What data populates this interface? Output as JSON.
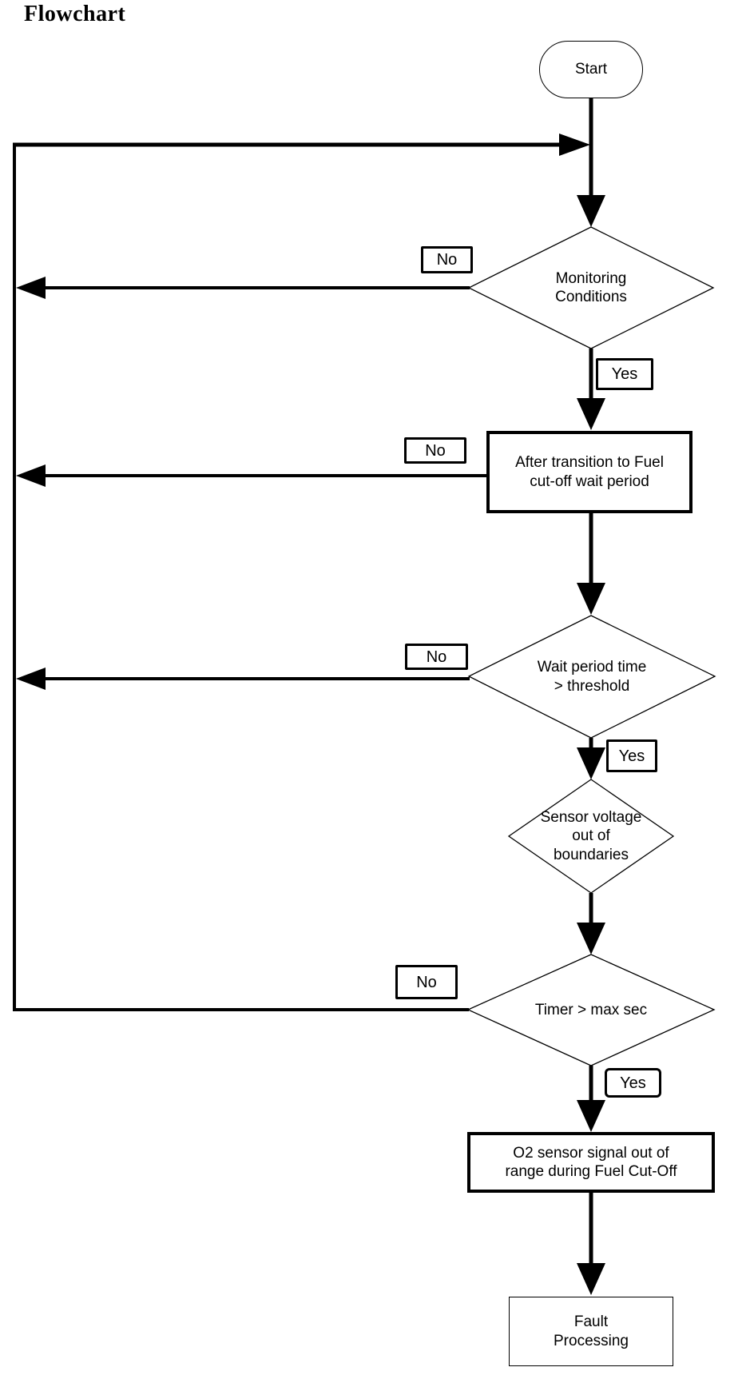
{
  "title": "Flowchart",
  "colors": {
    "line": "#000000",
    "background": "#ffffff",
    "text": "#000000"
  },
  "edge_labels": {
    "yes": "Yes",
    "no": "No"
  },
  "nodes": {
    "start": {
      "type": "terminator",
      "label": "Start"
    },
    "monitoring": {
      "type": "decision",
      "label": "Monitoring\nConditions"
    },
    "after_transition": {
      "type": "process",
      "label": "After transition to Fuel\ncut-off wait period"
    },
    "wait_period": {
      "type": "decision",
      "label": "Wait period time\n> threshold"
    },
    "sensor_voltage": {
      "type": "decision",
      "label": "Sensor voltage\nout of\nboundaries"
    },
    "timer": {
      "type": "decision",
      "label": "Timer > max sec"
    },
    "o2_out_of_range": {
      "type": "process",
      "label": "O2 sensor signal out of\nrange during Fuel Cut-Off"
    },
    "fault_processing": {
      "type": "process",
      "label": "Fault\nProcessing"
    }
  },
  "edges": [
    {
      "from": "Start",
      "to": "Monitoring Conditions",
      "label": ""
    },
    {
      "from": "Monitoring Conditions",
      "to": "loop back before Monitoring Conditions",
      "label": "No"
    },
    {
      "from": "Monitoring Conditions",
      "to": "After transition to Fuel cut-off wait period",
      "label": "Yes"
    },
    {
      "from": "After transition to Fuel cut-off wait period",
      "to": "loop back before Monitoring Conditions",
      "label": "No"
    },
    {
      "from": "After transition to Fuel cut-off wait period",
      "to": "Wait period time > threshold",
      "label": ""
    },
    {
      "from": "Wait period time > threshold",
      "to": "loop back before Monitoring Conditions",
      "label": "No"
    },
    {
      "from": "Wait period time > threshold",
      "to": "Sensor voltage out of boundaries",
      "label": "Yes"
    },
    {
      "from": "Sensor voltage out of boundaries",
      "to": "Timer > max sec",
      "label": ""
    },
    {
      "from": "Timer > max sec",
      "to": "loop back before Monitoring Conditions",
      "label": "No"
    },
    {
      "from": "Timer > max sec",
      "to": "O2 sensor signal out of range during Fuel Cut-Off",
      "label": "Yes"
    },
    {
      "from": "O2 sensor signal out of range during Fuel Cut-Off",
      "to": "Fault Processing",
      "label": ""
    }
  ]
}
